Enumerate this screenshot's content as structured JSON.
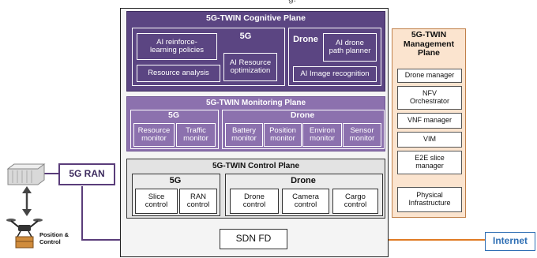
{
  "cut_text": "g.",
  "cognitive": {
    "title": "5G-TWIN Cognitive Plane",
    "label_5g": "5G",
    "label_drone": "Drone",
    "ai_reinforce": "AI reinforce-\nlearning policies",
    "resource_analysis": "Resource analysis",
    "ai_resource_opt": "AI Resource\noptimization",
    "ai_drone_planner": "AI drone\npath planner",
    "ai_image_recognition": "AI Image recognition"
  },
  "monitoring": {
    "title": "5G-TWIN Monitoring Plane",
    "label_5g": "5G",
    "label_drone": "Drone",
    "boxes_5g": [
      "Resource\nmonitor",
      "Traffic\nmonitor"
    ],
    "boxes_drone": [
      "Battery\nmonitor",
      "Position\nmonitor",
      "Environ\nmonitor",
      "Sensor\nmonitor"
    ]
  },
  "control": {
    "title": "5G-TWIN Control Plane",
    "label_5g": "5G",
    "label_drone": "Drone",
    "boxes_5g": [
      "Slice\ncontrol",
      "RAN\ncontrol"
    ],
    "boxes_drone": [
      "Drone\ncontrol",
      "Camera\ncontrol",
      "Cargo\ncontrol"
    ]
  },
  "management": {
    "title": "5G-TWIN\nManagement\nPlane",
    "items": [
      "Drone manager",
      "NFV\nOrchestrator",
      "VNF manager",
      "VIM",
      "E2E slice\nmanager",
      "Physical\nInfrastructure"
    ]
  },
  "sdn_label": "SDN FD",
  "ran_label": "5G RAN",
  "internet_label": "Internet",
  "position_label": "Position &\nControl",
  "colors": {
    "cognitive": "#5b4582",
    "monitoring": "#8c71ae",
    "control": "#e3e3e3",
    "management": "#fbe4cf",
    "link_purple": "#5a3d7a",
    "link_orange": "#e07b24",
    "internet_blue": "#2f6fb4"
  }
}
